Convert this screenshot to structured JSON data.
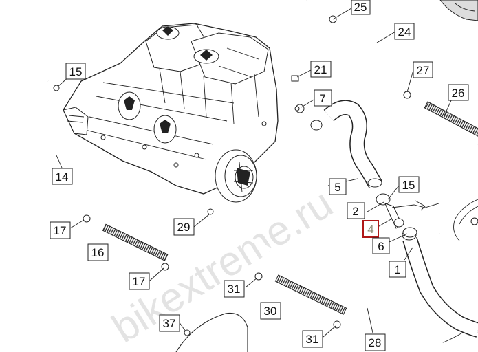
{
  "diagram": {
    "watermark_text": "bikextreme.ru",
    "highlight_color": "#b01818",
    "callouts": [
      {
        "id": "25",
        "label": "25"
      },
      {
        "id": "24",
        "label": "24"
      },
      {
        "id": "27",
        "label": "27"
      },
      {
        "id": "26",
        "label": "26"
      },
      {
        "id": "15a",
        "label": "15"
      },
      {
        "id": "21",
        "label": "21"
      },
      {
        "id": "7",
        "label": "7"
      },
      {
        "id": "14",
        "label": "14"
      },
      {
        "id": "5",
        "label": "5"
      },
      {
        "id": "15b",
        "label": "15"
      },
      {
        "id": "2",
        "label": "2"
      },
      {
        "id": "4",
        "label": "4",
        "highlighted": true
      },
      {
        "id": "6",
        "label": "6"
      },
      {
        "id": "1",
        "label": "1"
      },
      {
        "id": "17a",
        "label": "17"
      },
      {
        "id": "29",
        "label": "29"
      },
      {
        "id": "16",
        "label": "16"
      },
      {
        "id": "17b",
        "label": "17"
      },
      {
        "id": "31a",
        "label": "31"
      },
      {
        "id": "30",
        "label": "30"
      },
      {
        "id": "37",
        "label": "37"
      },
      {
        "id": "31b",
        "label": "31"
      },
      {
        "id": "28",
        "label": "28"
      }
    ]
  }
}
